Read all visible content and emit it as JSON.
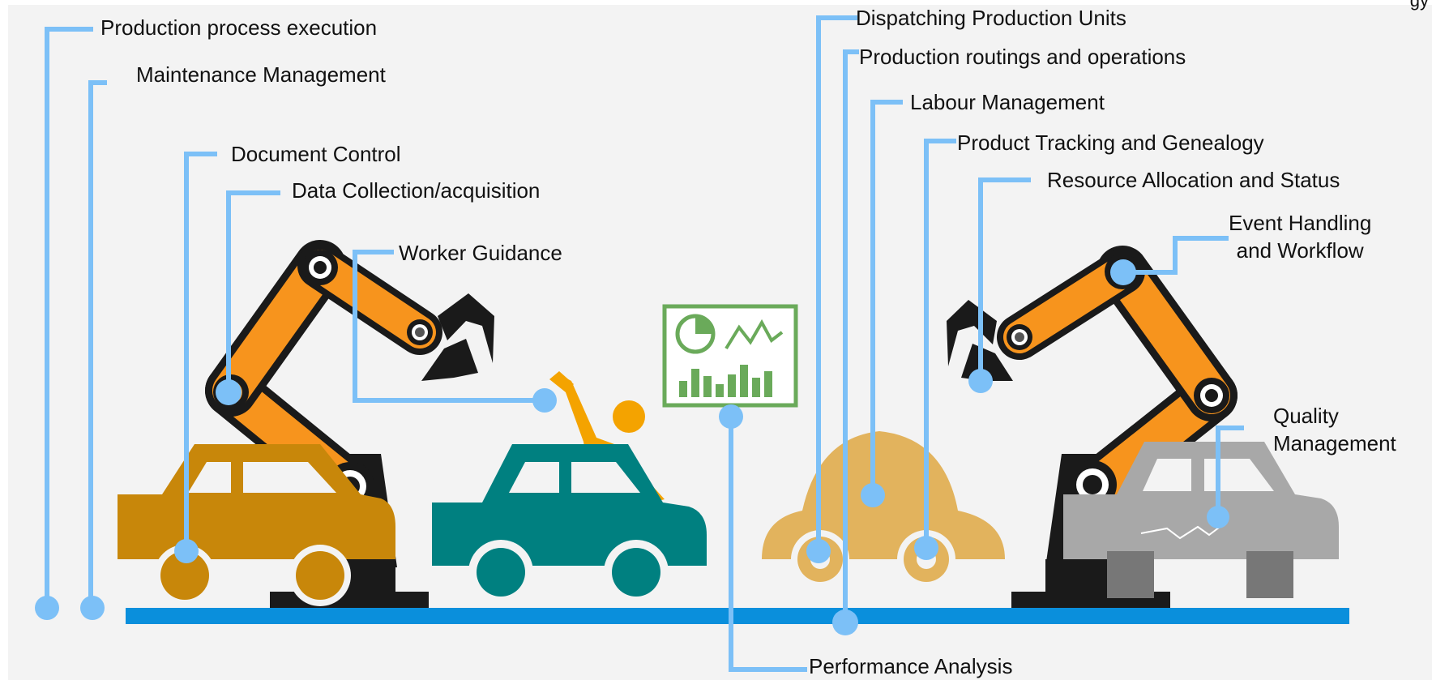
{
  "colors": {
    "background": "#f3f3f3",
    "connector": "#7cc0f7",
    "floor": "#0a8fdc",
    "robot_orange": "#f7941d",
    "robot_outline": "#1a1a1a",
    "car_gold": "#c8870a",
    "car_teal": "#008080",
    "car_sand": "#e2b35d",
    "car_gray": "#a8a8a8",
    "worker": "#f4a300",
    "monitor_green": "#6aaa5a"
  },
  "icons": [
    "robot-arm-icon",
    "car-icon",
    "worker-icon",
    "monitor-icon",
    "pie-chart-icon",
    "line-chart-icon",
    "bar-chart-icon"
  ],
  "corner_text": "gy",
  "labels": {
    "production_process": "Production process execution",
    "maintenance": "Maintenance Management",
    "document_control": "Document Control",
    "data_collection": "Data Collection/acquisition",
    "worker_guidance": "Worker Guidance",
    "dispatching": "Dispatching Production Units",
    "routings": "Production routings and operations",
    "labour": "Labour Management",
    "tracking": "Product Tracking and Genealogy",
    "resource": "Resource Allocation and Status",
    "event_1": "Event Handling",
    "event_2": "and Workflow",
    "quality_1": "Quality",
    "quality_2": "Management",
    "performance": "Performance Analysis"
  }
}
